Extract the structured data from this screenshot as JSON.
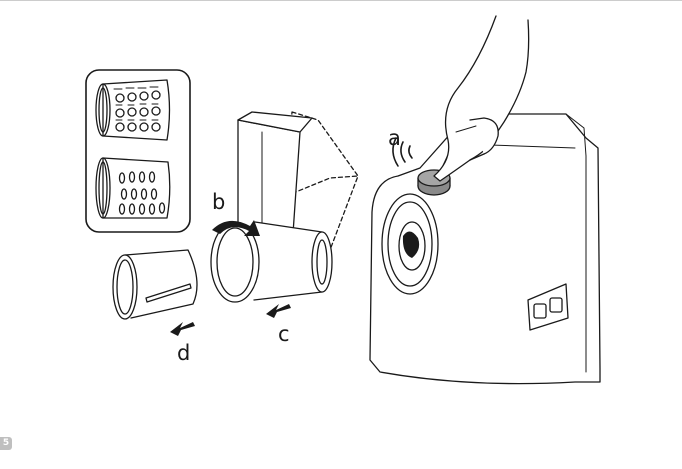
{
  "figure": {
    "callouts": {
      "a": "a",
      "b": "b",
      "c": "c",
      "d": "d"
    },
    "page_tab": "5",
    "colors": {
      "line": "#1a1a1a",
      "button": "#8a8a8a",
      "inset_frame": "#1a1a1a",
      "tab": "#bfbfbf",
      "rule": "#cccccc"
    },
    "icons": [
      "hand-icon",
      "sound-waves-icon",
      "rotate-arrow-icon",
      "remove-arrow-icon"
    ]
  }
}
